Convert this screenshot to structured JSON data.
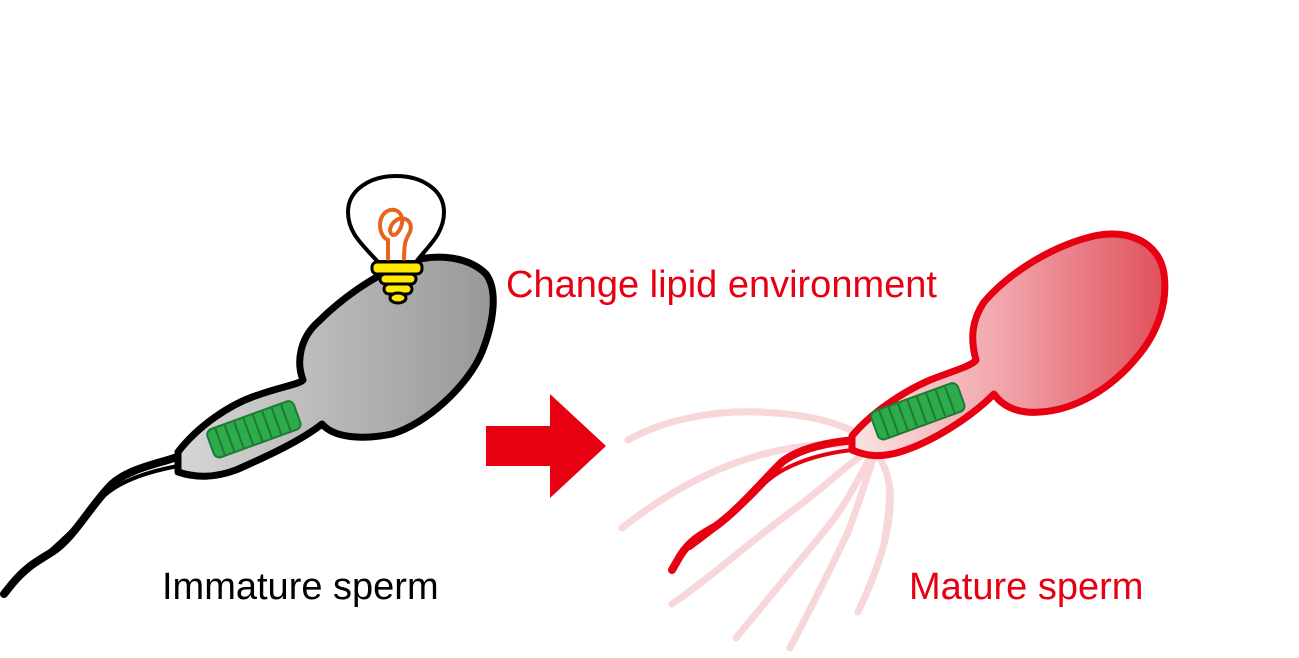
{
  "labels": {
    "change": "Change lipid environment",
    "immature": "Immature sperm",
    "mature": "Mature sperm"
  },
  "colors": {
    "accent_red": "#e60012",
    "label_black": "#000000",
    "immature_fill_light": "#d2d2d2",
    "immature_fill_dark": "#9c9c9c",
    "mature_fill_light": "#f6c2c2",
    "mature_fill_dark": "#e2505c",
    "mitochondria_green": "#2eab4a",
    "bulb_filament": "#e8641e",
    "bulb_base": "#ffea00"
  },
  "icons": {
    "idea": "lightbulb-icon",
    "transition": "right-arrow-icon"
  }
}
